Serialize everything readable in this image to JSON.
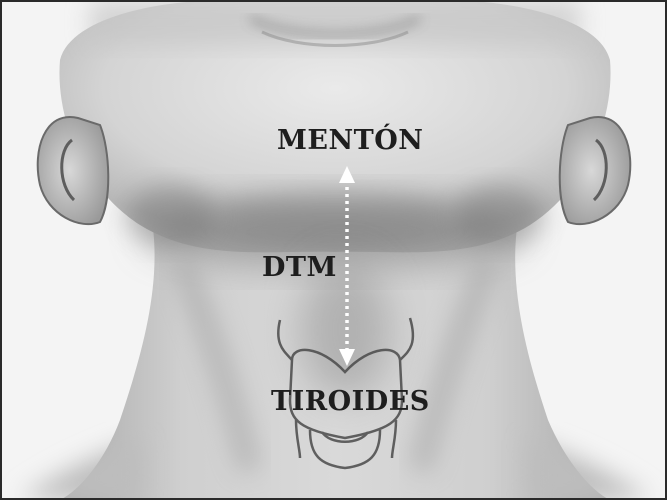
{
  "labels": {
    "menton": "MENTÓN",
    "dtm": "DTM",
    "tiroides": "TIROIDES"
  },
  "colors": {
    "background": "#ffffff",
    "frame": "#2a2a2a",
    "label": "#1e1e1e",
    "arrow": "#ffffff",
    "cartilage_outline": "#4a4a4a"
  },
  "icons": {
    "arrow": "double-headed-dotted-arrow"
  }
}
